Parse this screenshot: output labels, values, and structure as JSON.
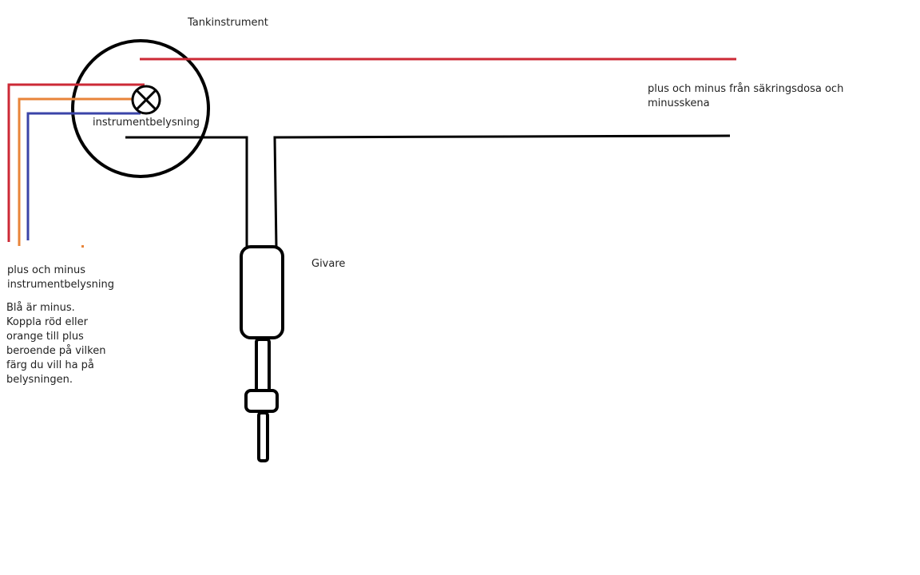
{
  "labels": {
    "tank_instrument": "Tankinstrument",
    "instrument_lighting": "instrumentbelysning",
    "supply_note": "plus och minus från säkringsdosa och\nminusskena",
    "sender": "Givare",
    "lighting_wires": "plus och minus\ninstrumentbelysning",
    "instruction": "Blå är minus.\nKoppla röd eller\norange till plus\nberoende på vilken\nfärg du vill ha på\nbelysningen."
  },
  "colors": {
    "red_wire": "#cc2a36",
    "orange_wire": "#e8843a",
    "blue_wire": "#3b44a8",
    "black_wire": "#000000"
  },
  "components": [
    {
      "id": "tank-gauge",
      "shape": "circle"
    },
    {
      "id": "lamp",
      "shape": "circle-with-x"
    },
    {
      "id": "sender",
      "shape": "probe"
    }
  ]
}
